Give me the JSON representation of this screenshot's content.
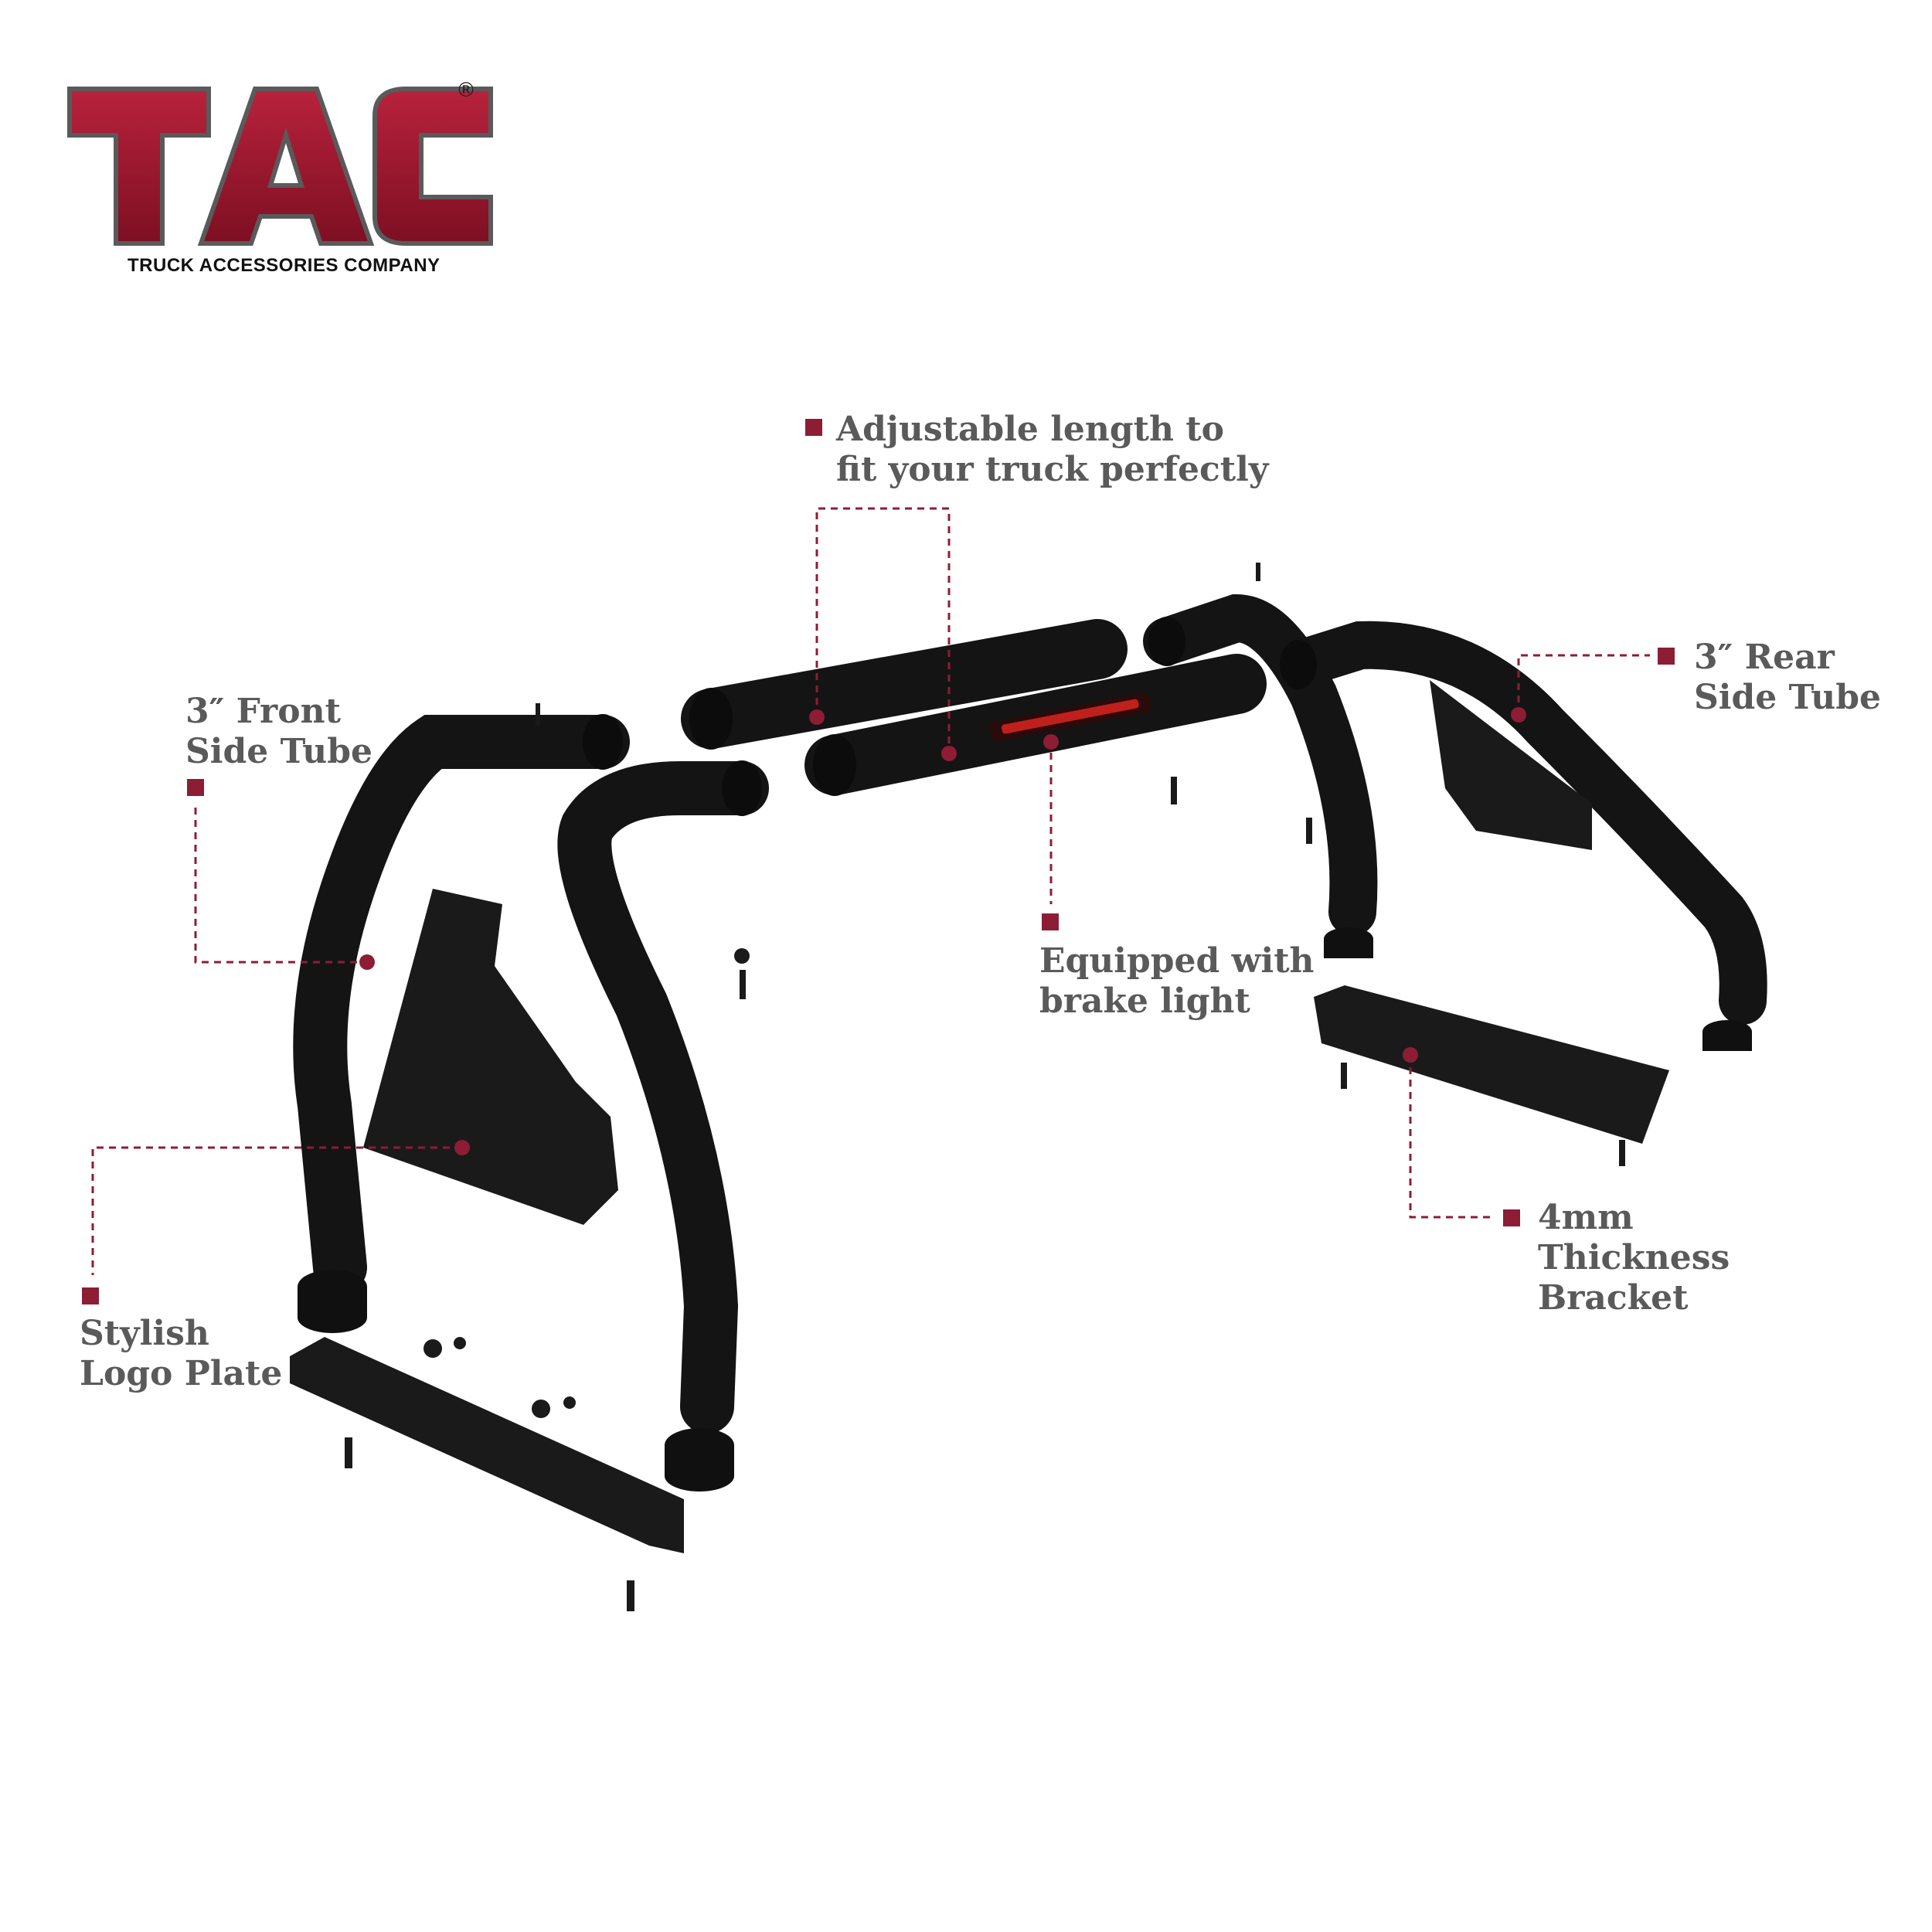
{
  "brand": {
    "logo_text": "TAC",
    "tagline": "TRUCK ACCESSORIES COMPANY",
    "registered_mark": "®",
    "accent_color": "#8c1d35"
  },
  "callouts": {
    "adjustable": {
      "line1": "Adjustable length to",
      "line2": "fit your truck perfectly"
    },
    "front_tube": {
      "line1": "3″ Front",
      "line2": "Side Tube"
    },
    "rear_tube": {
      "line1": "3″ Rear",
      "line2": "Side Tube"
    },
    "brake_light": {
      "line1": "Equipped with",
      "line2": "brake light"
    },
    "logo_plate": {
      "line1": "Stylish",
      "line2": "Logo Plate"
    },
    "bracket": {
      "line1": "4mm",
      "line2": "Thickness",
      "line3": "Bracket"
    }
  },
  "colors": {
    "callout_text": "#5a5a5a",
    "leader_line": "#8c1d35",
    "product_black": "#141414",
    "brake_light_red": "#c0201c"
  }
}
